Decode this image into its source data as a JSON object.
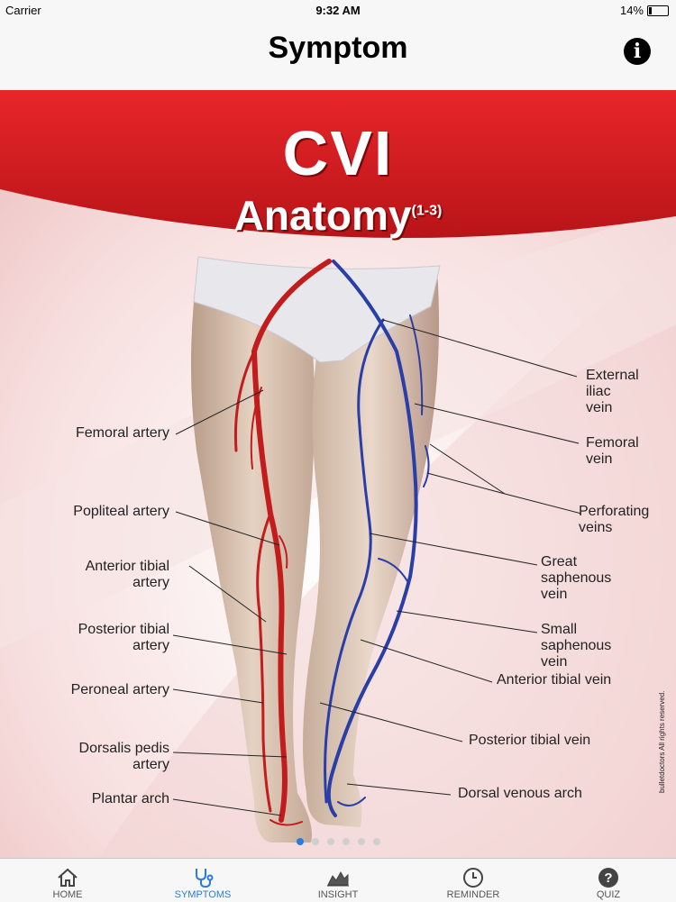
{
  "status_bar": {
    "carrier": "Carrier",
    "time": "9:32 AM",
    "battery": "14%"
  },
  "nav": {
    "title": "Symptom",
    "info_icon": "info-icon"
  },
  "banner": {
    "title": "CVI",
    "subtitle": "Anatomy",
    "superscript": "(1-3)",
    "color": "#d21e1e"
  },
  "labels_left": [
    {
      "id": "femoral-artery",
      "lines": [
        "Femoral artery"
      ]
    },
    {
      "id": "popliteal-artery",
      "lines": [
        "Popliteal artery"
      ]
    },
    {
      "id": "anterior-tibial-artery",
      "lines": [
        "Anterior tibial",
        "artery"
      ]
    },
    {
      "id": "posterior-tibial-artery",
      "lines": [
        "Posterior tibial",
        "artery"
      ]
    },
    {
      "id": "peroneal-artery",
      "lines": [
        "Peroneal artery"
      ]
    },
    {
      "id": "dorsalis-pedis-artery",
      "lines": [
        "Dorsalis pedis",
        "artery"
      ]
    },
    {
      "id": "plantar-arch",
      "lines": [
        "Plantar arch"
      ]
    }
  ],
  "labels_right": [
    {
      "id": "external-iliac-vein",
      "lines": [
        "External",
        "iliac",
        "vein"
      ]
    },
    {
      "id": "femoral-vein",
      "lines": [
        "Femoral",
        "vein"
      ]
    },
    {
      "id": "perforating-veins",
      "lines": [
        "Perforating",
        "veins"
      ]
    },
    {
      "id": "great-saphenous-vein",
      "lines": [
        "Great",
        "saphenous",
        "vein"
      ]
    },
    {
      "id": "small-saphenous-vein",
      "lines": [
        "Small",
        "saphenous",
        "vein"
      ]
    },
    {
      "id": "anterior-tibial-vein",
      "lines": [
        "Anterior tibial vein"
      ]
    },
    {
      "id": "posterior-tibial-vein",
      "lines": [
        "Posterior tibial vein"
      ]
    },
    {
      "id": "dorsal-venous-arch",
      "lines": [
        "Dorsal venous arch"
      ]
    }
  ],
  "copyright": "bulletdoctors All rights reserved.",
  "pager": {
    "pages": 6,
    "active": 0
  },
  "tabs": [
    {
      "label": "HOME",
      "icon": "home-icon",
      "active": false
    },
    {
      "label": "SYMPTOMS",
      "icon": "stethoscope-icon",
      "active": true
    },
    {
      "label": "INSIGHT",
      "icon": "chart-icon",
      "active": false
    },
    {
      "label": "REMINDER",
      "icon": "clock-icon",
      "active": false
    },
    {
      "label": "QUIZ",
      "icon": "question-icon",
      "active": false
    }
  ]
}
